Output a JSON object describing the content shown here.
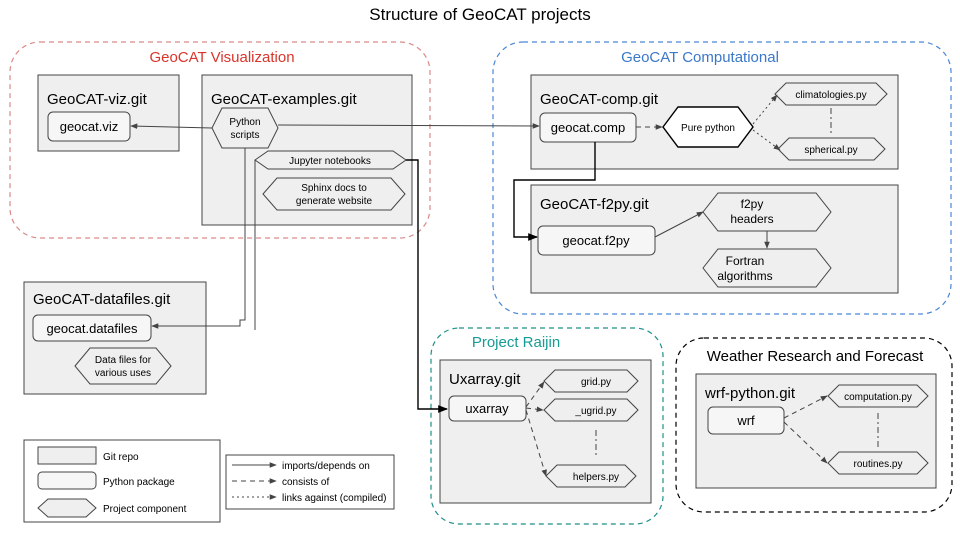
{
  "title": "Structure of GeoCAT projects",
  "colors": {
    "viz": "#d9352b",
    "viz_border": "#d98a8a",
    "comp": "#3a78c9",
    "comp_border": "#4a86d6",
    "raijin": "#159c93",
    "raijin_border": "#1e8f8a",
    "wrf": "#000000"
  },
  "groups": {
    "viz": "GeoCAT Visualization",
    "comp": "GeoCAT Computational",
    "raijin": "Project Raijin",
    "wrf": "Weather Research and Forecast"
  },
  "repos": {
    "viz_git": "GeoCAT-viz.git",
    "examples_git": "GeoCAT-examples.git",
    "comp_git": "GeoCAT-comp.git",
    "f2py_git": "GeoCAT-f2py.git",
    "datafiles_git": "GeoCAT-datafiles.git",
    "uxarray_git": "Uxarray.git",
    "wrf_git": "wrf-python.git"
  },
  "packages": {
    "viz": "geocat.viz",
    "comp": "geocat.comp",
    "f2py": "geocat.f2py",
    "datafiles": "geocat.datafiles",
    "uxarray": "uxarray",
    "wrf": "wrf"
  },
  "components": {
    "python_scripts": [
      "Python",
      "scripts"
    ],
    "jupyter": "Jupyter notebooks",
    "sphinx": [
      "Sphinx docs to",
      "generate website"
    ],
    "pure_python": "Pure python",
    "climatologies": "climatologies.py",
    "spherical": "spherical.py",
    "f2py_headers": [
      "f2py",
      "headers"
    ],
    "fortran": [
      "Fortran",
      "algorithms"
    ],
    "data_files": [
      "Data files for",
      "various uses"
    ],
    "grid": "grid.py",
    "ugrid": "_ugrid.py",
    "helpers": "helpers.py",
    "computation": "computation.py",
    "routines": "routines.py"
  },
  "legend": {
    "git_repo": "Git repo",
    "python_package": "Python package",
    "project_component": "Project component",
    "imports": "imports/depends on",
    "consists": "consists of",
    "links": "links against (compiled)"
  }
}
